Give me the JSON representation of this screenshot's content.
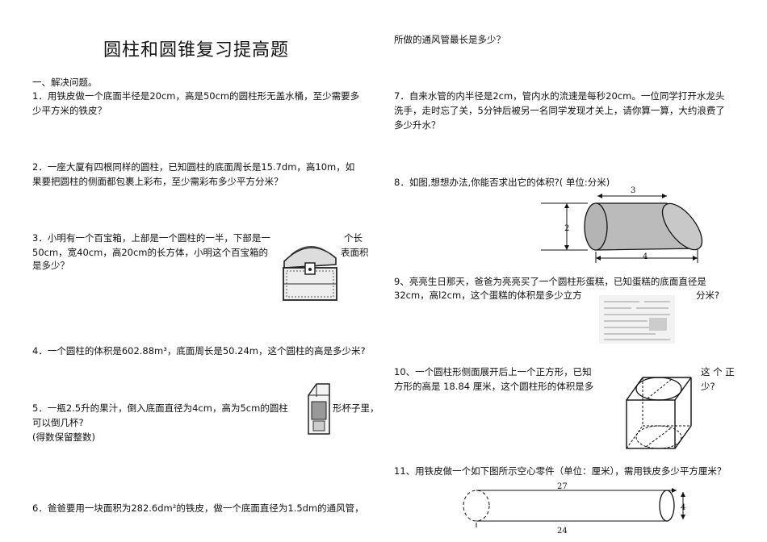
{
  "title": "圆柱和圆锥复习提高题",
  "section": "一、解决问题。",
  "q1": [
    "1．用铁皮做一个底面半径是20cm，高是50cm的圆柱形无盖水桶，至少需要多",
    "少平方米的铁皮？"
  ],
  "q2": [
    "2．一座大厦有四根同样的圆柱，已知圆柱的底面周长是15.7dm，高10m，如",
    "果要把圆柱的侧面都包裹上彩布，至少需彩布多少平方分米？"
  ],
  "q3": [
    "3．小明有一个百宝箱，上部是一个圆柱的一半，下部是一",
    "个长",
    "50cm，宽40cm，高20cm的长方体，小明这个百宝箱的",
    "表面积",
    "是多少？"
  ],
  "q4": "4．一个圆柱的体积是602.88m³，底面周长是50.24m，这个圆柱的高是多少米?",
  "q5": [
    "5．一瓶2.5升的果汁，倒入底面直径为4cm，高为5cm的圆柱",
    "形杯子里，",
    "可以倒几杯?",
    "(得数保留整数)"
  ],
  "q6": "6．爸爸要用一块面积为282.6dm²的铁皮，做一个底面直径为1.5dm的通风管，",
  "q6b": "所做的通风管最长是多少？",
  "q7": [
    "7．自来水管的内半径是2cm，管内水的流速是每秒20cm。一位同学打开水龙头",
    "洗手，走时忘了关，5分钟后被另一名同学发现才关上，请你算一算，大约浪费了",
    "多少升水？"
  ],
  "q8": "8．如图,想想办法,你能否求出它的体积?( 单位:分米)",
  "q8_fig": {
    "top": "3",
    "left": "2",
    "bottom": "4"
  },
  "q9": [
    "9、亮亮生日那天，爸爸为亮亮买了一个圆柱形蛋糕，已知蛋糕的底面直径是",
    "32cm，高l2cm，这个蛋糕的体积是多少立方",
    "分米?"
  ],
  "q10": [
    "10、一个圆柱形侧面展开后上一个正方形，已知",
    "这 个 正",
    "方形的高是 18.84 厘米，这个圆柱形的体积是多",
    "少?"
  ],
  "q11": "11、用铁皮做一个如下图所示空心零件（单位：厘米），需用铁皮多少平方厘米？",
  "q11_fig": {
    "top": "27",
    "right": "4",
    "bottom": "24"
  }
}
